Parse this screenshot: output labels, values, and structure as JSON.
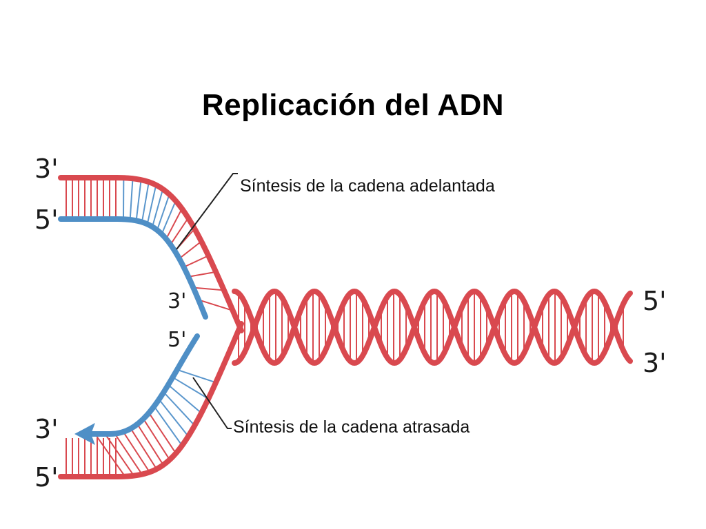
{
  "title": "Replicación  del  ADN",
  "labels": {
    "top_left_3": "3'",
    "top_left_5": "5'",
    "bottom_left_3": "3'",
    "bottom_left_5": "5'",
    "fork_upper_3": "3'",
    "fork_lower_5": "5'",
    "right_5": "5'",
    "right_3": "3'"
  },
  "callouts": {
    "leading": "Síntesis de la cadena  adelantada",
    "lagging": "Síntesis de la cadena  atrasada"
  },
  "colors": {
    "parental_strand": "#d9494f",
    "new_strand": "#4f8fc6",
    "rung": "#d9494f",
    "new_rung": "#5a96cc",
    "leader_line": "#222222"
  }
}
